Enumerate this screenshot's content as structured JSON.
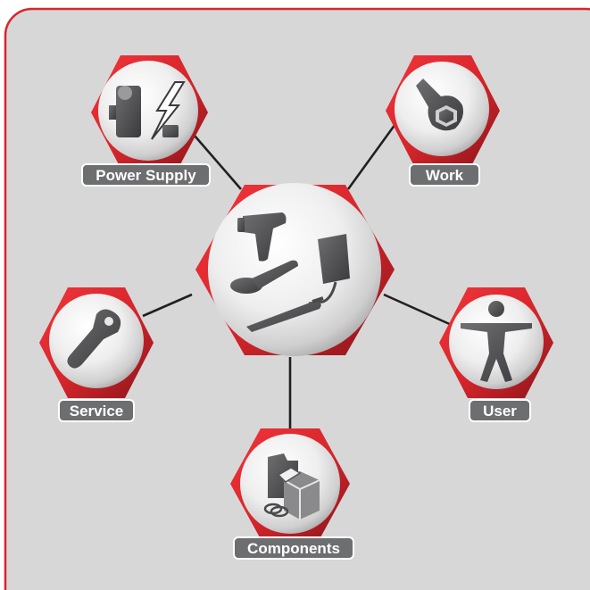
{
  "colors": {
    "panel_background": "#d7d7d8",
    "panel_border": "#d8262c",
    "hexagon_red": "#d8262c",
    "hexagon_dark_red": "#7e1216",
    "label_background": "#6d6e70",
    "label_border": "#ffffff",
    "connector": "#231f20"
  },
  "center": {
    "icon": "power-tools-icon"
  },
  "nodes": [
    {
      "label": "Power Supply",
      "icon": "power-supply-icon"
    },
    {
      "label": "Work",
      "icon": "wrench-nut-icon"
    },
    {
      "label": "Service",
      "icon": "wrench-icon"
    },
    {
      "label": "User",
      "icon": "person-icon"
    },
    {
      "label": "Components",
      "icon": "components-icon"
    }
  ]
}
